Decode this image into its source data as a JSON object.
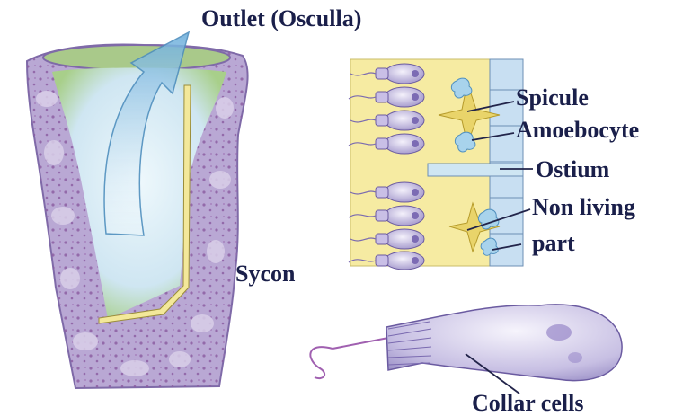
{
  "labels": {
    "outlet": "Outlet (Osculla)",
    "sycon": "Sycon",
    "spicule": "Spicule",
    "amoebocyte": "Amoebocyte",
    "ostium": "Ostium",
    "non_living_1": "Non living",
    "non_living_2": "part",
    "collar_cells": "Collar cells"
  },
  "colors": {
    "text": "#1a1f4a",
    "body_purple": "#b9a8d4",
    "body_dots": "#8a5aa0",
    "cavity_green": "#b6cf8f",
    "cavity_blue": "#d6ecf7",
    "arrow_blue": "#8fc3e3",
    "mesohyl_yellow": "#f6eba2",
    "choanocyte": "#a79bd0",
    "leader_line": "#22244a"
  }
}
